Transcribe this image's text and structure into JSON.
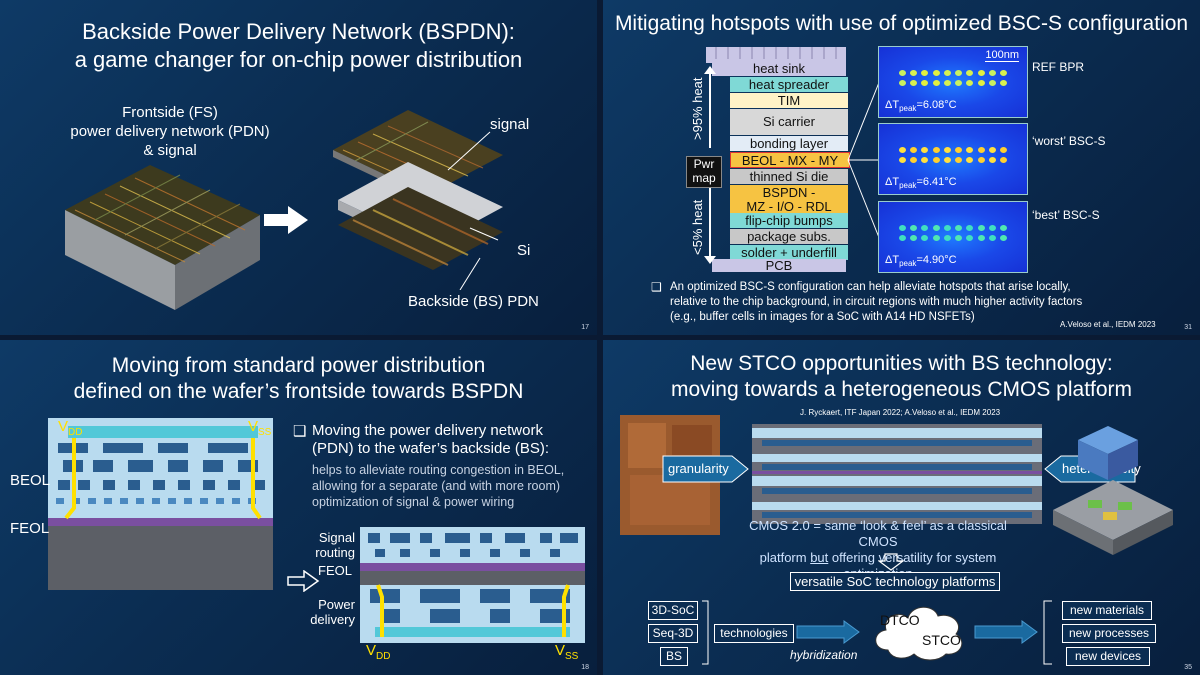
{
  "slide1": {
    "title_line1": "Backside Power Delivery Network (BSPDN):",
    "title_line2": "a game changer for on-chip power distribution",
    "fs_line1": "Frontside (FS)",
    "fs_line2": "power delivery network (PDN)",
    "fs_line3": "& signal",
    "signal": "signal",
    "si": "Si",
    "bs_pdn": "Backside (BS) PDN",
    "page": "17"
  },
  "slide2": {
    "title": "Mitigating hotspots with use of optimized BSC-S configuration",
    "scale": "100nm",
    "layers": [
      "heat sink",
      "heat spreader",
      "TIM",
      "Si carrier",
      "bonding layer",
      "BEOL - MX - MY",
      "thinned Si die",
      "BSPDN -",
      "MZ - I/O - RDL",
      "flip-chip bumps",
      "package subs.",
      "solder + underfill",
      "PCB"
    ],
    "heat_top": ">95% heat",
    "heat_bottom": "<5% heat",
    "pwr1": "Pwr",
    "pwr2": "map",
    "configs": [
      {
        "name": "REF BPR",
        "dt": "ΔT",
        "sub": "peak",
        "val": "=6.08°C"
      },
      {
        "name": "‘worst’ BSC-S",
        "dt": "ΔT",
        "sub": "peak",
        "val": "=6.41°C"
      },
      {
        "name": "‘best’ BSC-S",
        "dt": "ΔT",
        "sub": "peak",
        "val": "=4.90°C"
      }
    ],
    "bullet": "❑",
    "text_line1": "An optimized BSC-S configuration can help alleviate hotspots that arise locally,",
    "text_line2": "relative to the chip background, in circuit regions with much higher activity factors",
    "text_line3": "(e.g., buffer cells in images for a SoC with A14 HD NSFETs)",
    "cite": "A.Veloso et al., IEDM 2023",
    "page": "31"
  },
  "slide3": {
    "title_line1": "Moving from standard power distribution",
    "title_line2": "defined on the wafer’s frontside towards BSPDN",
    "vdd": "V",
    "vdd_sub": "DD",
    "vss": "V",
    "vss_sub": "SS",
    "beol": "BEOL",
    "feol": "FEOL",
    "bullet": "❑",
    "bullet_text1": "Moving the power delivery network",
    "bullet_text2": "(PDN) to the wafer’s backside (BS):",
    "desc1": "helps to alleviate routing congestion in BEOL,",
    "desc2": "allowing for a separate (and with more room)",
    "desc3": "optimization of signal & power wiring",
    "sig1": "Signal",
    "sig2": "routing",
    "feol2": "FEOL",
    "pow1": "Power",
    "pow2": "delivery",
    "page": "18"
  },
  "slide4": {
    "title_line1": "New STCO opportunities with BS technology:",
    "title_line2": "moving towards a heterogeneous CMOS platform",
    "cite": "J. Ryckaert, ITF Japan 2022; A.Veloso et al., IEDM 2023",
    "granularity": "granularity",
    "heterogeneity": "heterogeneity",
    "cmos_line1": "CMOS 2.0 = same ‘look & feel’ as a classical CMOS",
    "cmos_line2a": "platform ",
    "cmos_line2b": "but",
    "cmos_line2c": " offering versatility for system optimization",
    "platforms": "versatile SoC technology platforms",
    "left_items": [
      "3D-SoC",
      "Seq-3D",
      "BS"
    ],
    "technologies": "technologies",
    "hybridization": "hybridization",
    "dtco": "DTCO",
    "stco": "STCO",
    "right_items": [
      "new materials",
      "new processes",
      "new devices"
    ],
    "page": "35"
  }
}
